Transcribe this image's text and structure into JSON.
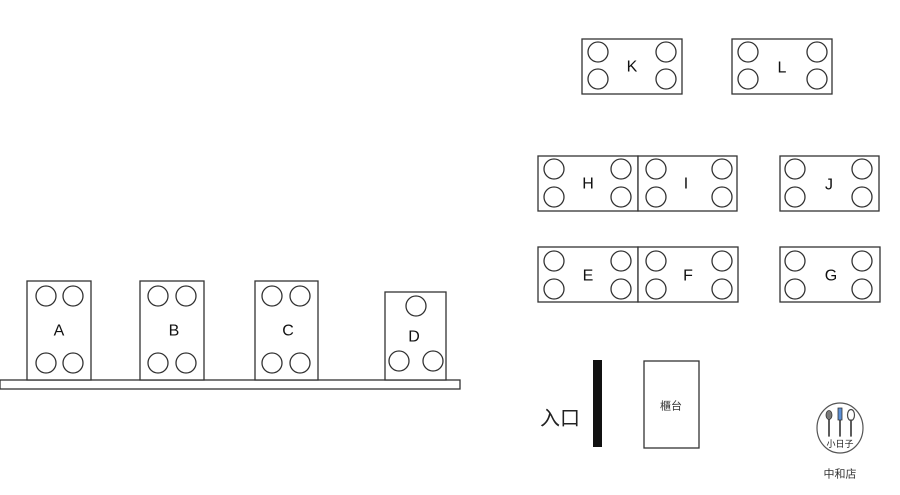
{
  "tables": {
    "A": "A",
    "B": "B",
    "C": "C",
    "D": "D",
    "E": "E",
    "F": "F",
    "G": "G",
    "H": "H",
    "I": "I",
    "J": "J",
    "K": "K",
    "L": "L"
  },
  "entrance_label": "入口",
  "counter_label": "櫃台",
  "logo": {
    "text": "小日子",
    "branch": "中和店",
    "colors": {
      "spoon": "#7a7a7a",
      "knife": "#5b8fd6",
      "whisk": "#4a4a4a"
    }
  }
}
